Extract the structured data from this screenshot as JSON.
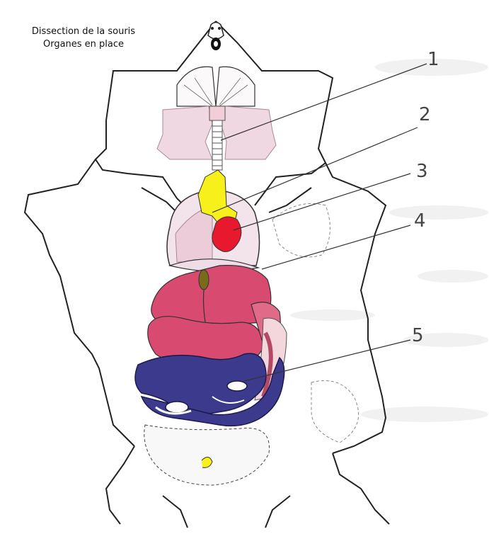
{
  "title": {
    "line1": "Dissection de la souris",
    "line2": "Organes en place"
  },
  "labels": [
    "1",
    "2",
    "3",
    "4",
    "5"
  ],
  "colors": {
    "lungs": "#f0d8e2",
    "thymus": "#f7f01a",
    "heart": "#e8182e",
    "liver": "#d94a70",
    "gallbladder": "#7a6b1a",
    "intestine": "#3c3a8c",
    "outline": "#222222"
  }
}
